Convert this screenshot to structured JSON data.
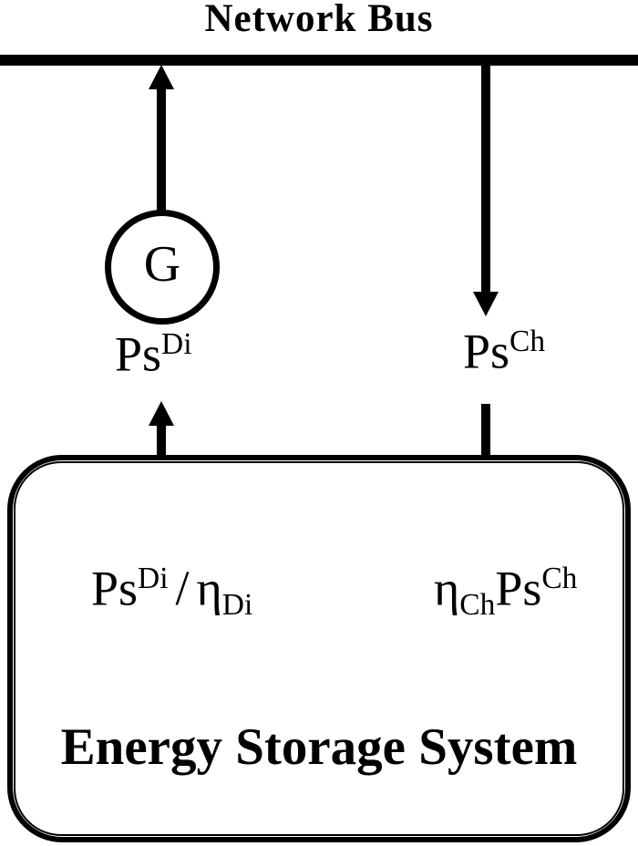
{
  "diagram": {
    "title": "Network Bus",
    "generator": {
      "label": "G"
    },
    "flow_labels": {
      "discharge_to_bus": {
        "base": "Ps",
        "sup": "Di"
      },
      "charge_from_bus": {
        "base": "Ps",
        "sup": "Ch"
      },
      "discharge_internal": {
        "base": "Ps",
        "sup": "Di",
        "operator": "/",
        "eta": "η",
        "eta_sub": "Di"
      },
      "charge_internal": {
        "eta": "η",
        "eta_sub": "Ch",
        "base": "Ps",
        "sup": "Ch"
      }
    },
    "storage_box": {
      "label": "Energy Storage System"
    },
    "colors": {
      "ink": "#000000",
      "background": "#ffffff"
    }
  }
}
